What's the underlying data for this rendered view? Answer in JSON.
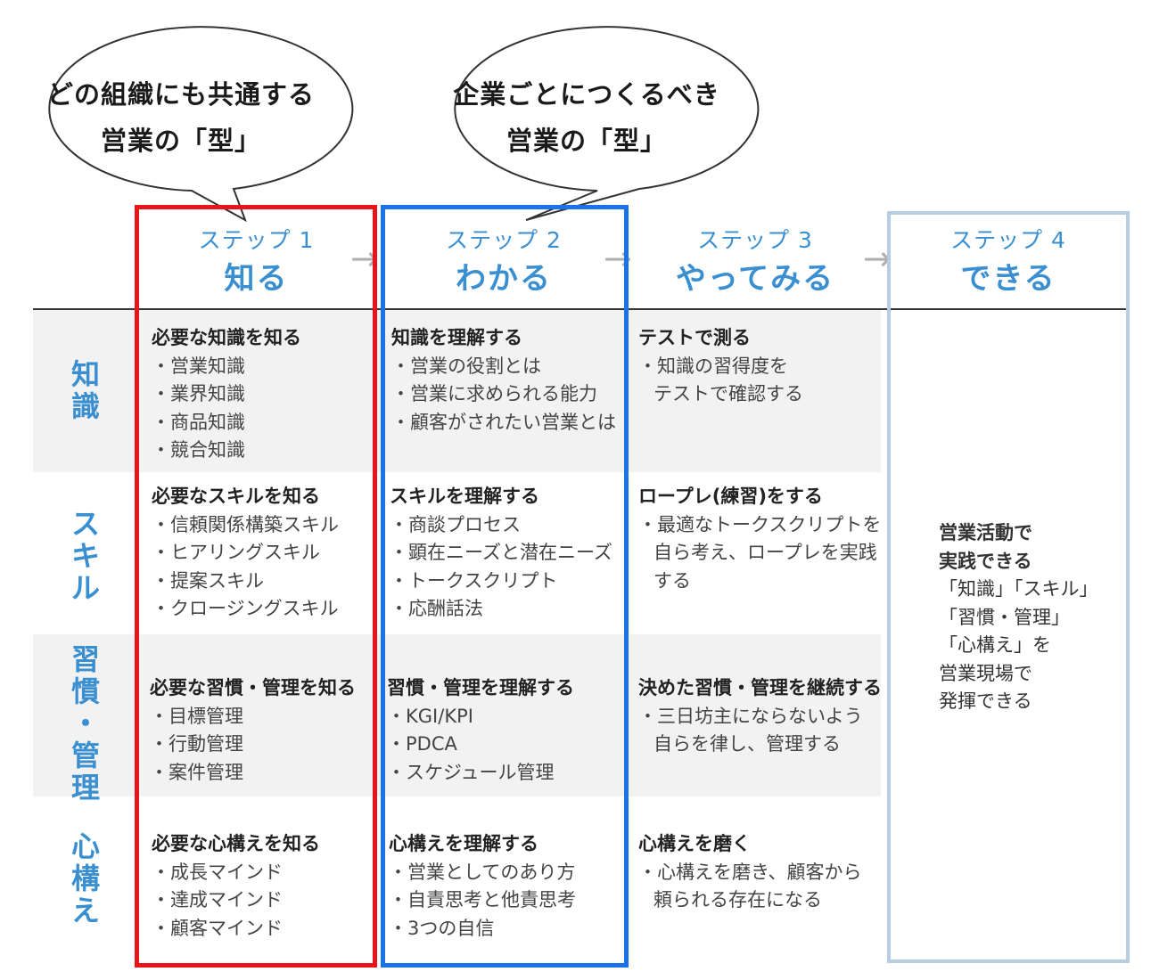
{
  "bubbles": [
    {
      "line1": "どの組織にも共通する",
      "line2": "営業の「型」"
    },
    {
      "line1": "企業ごとにつくるべき",
      "line2": "営業の「型」"
    }
  ],
  "steps": [
    {
      "label": "ステップ 1",
      "name": "知る"
    },
    {
      "label": "ステップ 2",
      "name": "わかる"
    },
    {
      "label": "ステップ 3",
      "name": "やってみる"
    },
    {
      "label": "ステップ 4",
      "name": "できる"
    }
  ],
  "rows": [
    {
      "label": [
        "知",
        "識"
      ]
    },
    {
      "label": [
        "ス",
        "キ",
        "ル"
      ]
    },
    {
      "label": [
        "習",
        "慣",
        "・",
        "管",
        "理"
      ]
    },
    {
      "label": [
        "心",
        "構",
        "え"
      ]
    }
  ],
  "cells": {
    "knowledge": {
      "step1": {
        "title": "必要な知識を知る",
        "items": [
          "営業知識",
          "業界知識",
          "商品知識",
          "競合知識"
        ]
      },
      "step2": {
        "title": "知識を理解する",
        "items": [
          "営業の役割とは",
          "営業に求められる能力",
          "顧客がされたい営業とは"
        ]
      },
      "step3": {
        "title": "テストで測る",
        "items": [
          "知識の習得度を"
        ],
        "cont": "テストで確認する"
      }
    },
    "skill": {
      "step1": {
        "title": "必要なスキルを知る",
        "items": [
          "信頼関係構築スキル",
          "ヒアリングスキル",
          "提案スキル",
          "クロージングスキル"
        ]
      },
      "step2": {
        "title": "スキルを理解する",
        "items": [
          "商談プロセス",
          "顕在ニーズと潜在ニーズ",
          "トークスクリプト",
          "応酬話法"
        ]
      },
      "step3": {
        "title": "ロープレ(練習)をする",
        "items": [
          "最適なトークスクリプトを"
        ],
        "cont": [
          "自ら考え、ロープレを実践",
          "する"
        ]
      }
    },
    "habit": {
      "step1": {
        "title": "必要な習慣・管理を知る",
        "items": [
          "目標管理",
          "行動管理",
          "案件管理"
        ]
      },
      "step2": {
        "title": "習慣・管理を理解する",
        "items": [
          "KGI/KPI",
          "PDCA",
          "スケジュール管理"
        ]
      },
      "step3": {
        "title": "決めた習慣・管理を継続する",
        "items": [
          "三日坊主にならないよう"
        ],
        "cont": "自らを律し、管理する"
      }
    },
    "mindset": {
      "step1": {
        "title": "必要な心構えを知る",
        "items": [
          "成長マインド",
          "達成マインド",
          "顧客マインド"
        ]
      },
      "step2": {
        "title": "心構えを理解する",
        "items": [
          "営業としてのあり方",
          "自責思考と他責思考",
          "3つの自信"
        ]
      },
      "step3": {
        "title": "心構えを磨く",
        "items": [
          "心構えを磨き、顧客から"
        ],
        "cont": "頼られる存在になる"
      }
    }
  },
  "final": {
    "bold": [
      "営業活動で",
      "実践できる"
    ],
    "lines": [
      "「知識」「スキル」",
      "「習慣・管理」",
      "「心構え」を",
      "営業現場で",
      "発揮できる"
    ]
  },
  "colors": {
    "accent": "#3a8fd1",
    "step1_frame": "#e8141c",
    "step2_frame": "#1a73e8",
    "step4_frame": "#b8cde4",
    "band": "#f2f2f2"
  }
}
